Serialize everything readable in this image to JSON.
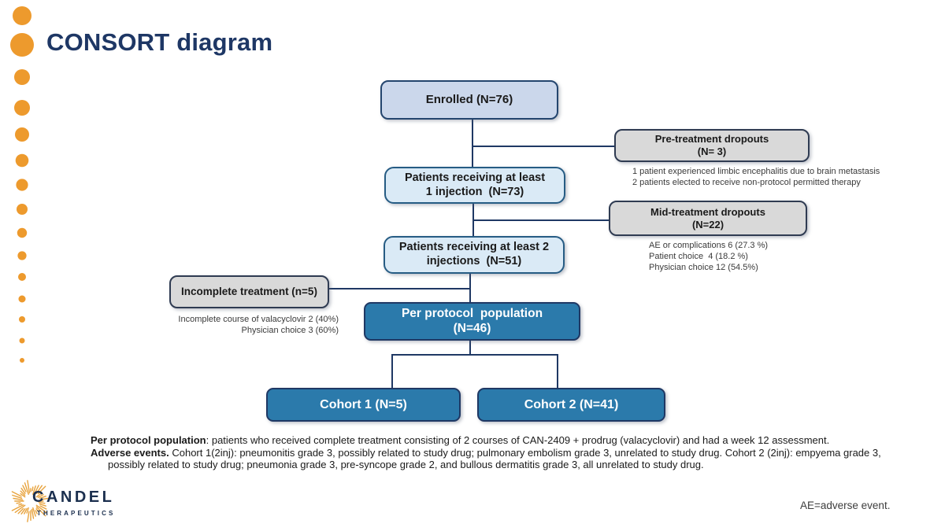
{
  "title": "CONSORT diagram",
  "colors": {
    "accent_orange": "#ED9A2D",
    "navy": "#1F3864",
    "box_periwinkle": "#CBD7EB",
    "box_sky": "#DAEAF6",
    "box_gray": "#D9D9D9",
    "box_teal_blue": "#2B7AAB"
  },
  "flow": {
    "enrolled": {
      "label": "Enrolled (N=76)"
    },
    "pretreatment_dropouts": {
      "line1": "Pre-treatment dropouts",
      "line2": "(N= 3)",
      "notes": [
        "1 patient experienced limbic encephalitis due to brain metastasis",
        "2 patients elected to receive non-protocol permitted therapy"
      ]
    },
    "injection1": {
      "line1": "Patients receiving at least",
      "line2": "1 injection  (N=73)"
    },
    "midtreatment_dropouts": {
      "line1": "Mid-treatment dropouts",
      "line2": "(N=22)",
      "notes": [
        "AE or complications 6 (27.3 %)",
        "Patient choice  4 (18.2 %)",
        "Physician choice 12 (54.5%)"
      ]
    },
    "injection2": {
      "line1": "Patients receiving at least 2",
      "line2": "injections  (N=51)"
    },
    "incomplete_treatment": {
      "label": "Incomplete treatment (n=5)",
      "notes": [
        "Incomplete course of valacyclovir 2 (40%)",
        "Physician choice 3 (60%)"
      ]
    },
    "per_protocol": {
      "line1": "Per protocol  population",
      "line2": "(N=46)"
    },
    "cohort1": {
      "label": "Cohort 1 (N=5)"
    },
    "cohort2": {
      "label": "Cohort 2 (N=41)"
    }
  },
  "footnotes": {
    "line1_lead": "Per protocol population",
    "line1_rest": ": patients who received complete treatment consisting of 2 courses of CAN-2409 + prodrug (valacyclovir) and had a week 12 assessment.",
    "line2_lead": "Adverse events.",
    "line2_rest": " Cohort 1(2inj): pneumonitis grade 3, possibly related to study drug; pulmonary embolism grade 3, unrelated to study drug. Cohort 2 (2inj): empyema grade 3,",
    "line3": "possibly related to study drug; pneumonia grade 3, pre-syncope grade 2, and bullous dermatitis grade 3, all unrelated to study drug."
  },
  "logo": {
    "name": "CANDEL",
    "subtitle": "THERAPEUTICS"
  },
  "abbreviation_note": "AE=adverse event."
}
